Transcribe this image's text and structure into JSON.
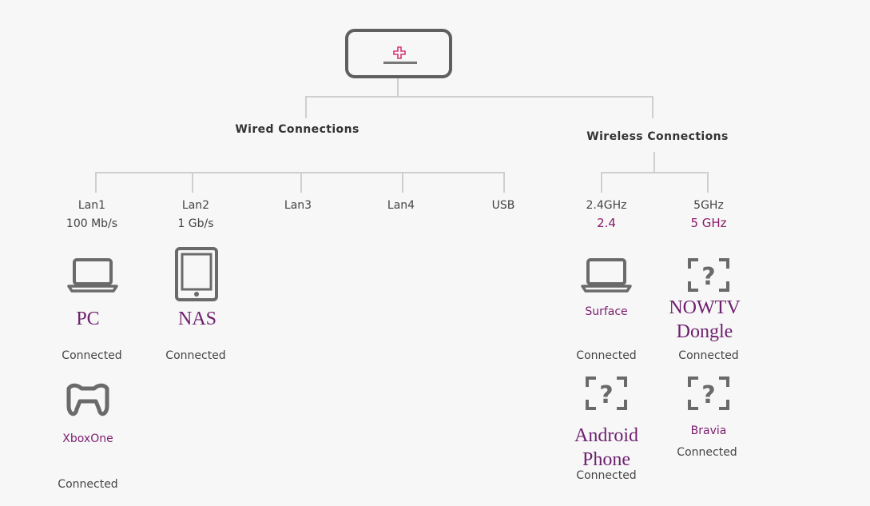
{
  "router": {
    "icon": "router-icon",
    "accent": "#d6357a"
  },
  "wired": {
    "heading": "Wired Connections",
    "ports": [
      {
        "label": "Lan1",
        "speed": "100 Mb/s"
      },
      {
        "label": "Lan2",
        "speed": "1 Gb/s"
      },
      {
        "label": "Lan3",
        "speed": ""
      },
      {
        "label": "Lan4",
        "speed": ""
      },
      {
        "label": "USB",
        "speed": ""
      }
    ],
    "devices": [
      {
        "name": "PC",
        "status": "Connected",
        "icon": "laptop-icon"
      },
      {
        "name": "NAS",
        "status": "Connected",
        "icon": "tablet-icon"
      },
      {
        "name": "XboxOne",
        "status": "Connected",
        "icon": "gamepad-icon"
      }
    ]
  },
  "wireless": {
    "heading": "Wireless Connections",
    "bands": [
      {
        "label": "2.4GHz",
        "sublabel": "2.4"
      },
      {
        "label": "5GHz",
        "sublabel": "5 GHz"
      }
    ],
    "devices": [
      {
        "name": "Surface",
        "status": "Connected",
        "icon": "laptop-icon"
      },
      {
        "name": "NOWTV Dongle",
        "status": "Connected",
        "icon": "unknown-device-icon"
      },
      {
        "name": "Android Phone",
        "status": "Connected",
        "icon": "unknown-device-icon"
      },
      {
        "name": "Bravia",
        "status": "Connected",
        "icon": "unknown-device-icon"
      }
    ]
  },
  "colors": {
    "accent": "#8a1a6b",
    "line": "#cfcfcf",
    "icon": "#6a6a6a"
  }
}
